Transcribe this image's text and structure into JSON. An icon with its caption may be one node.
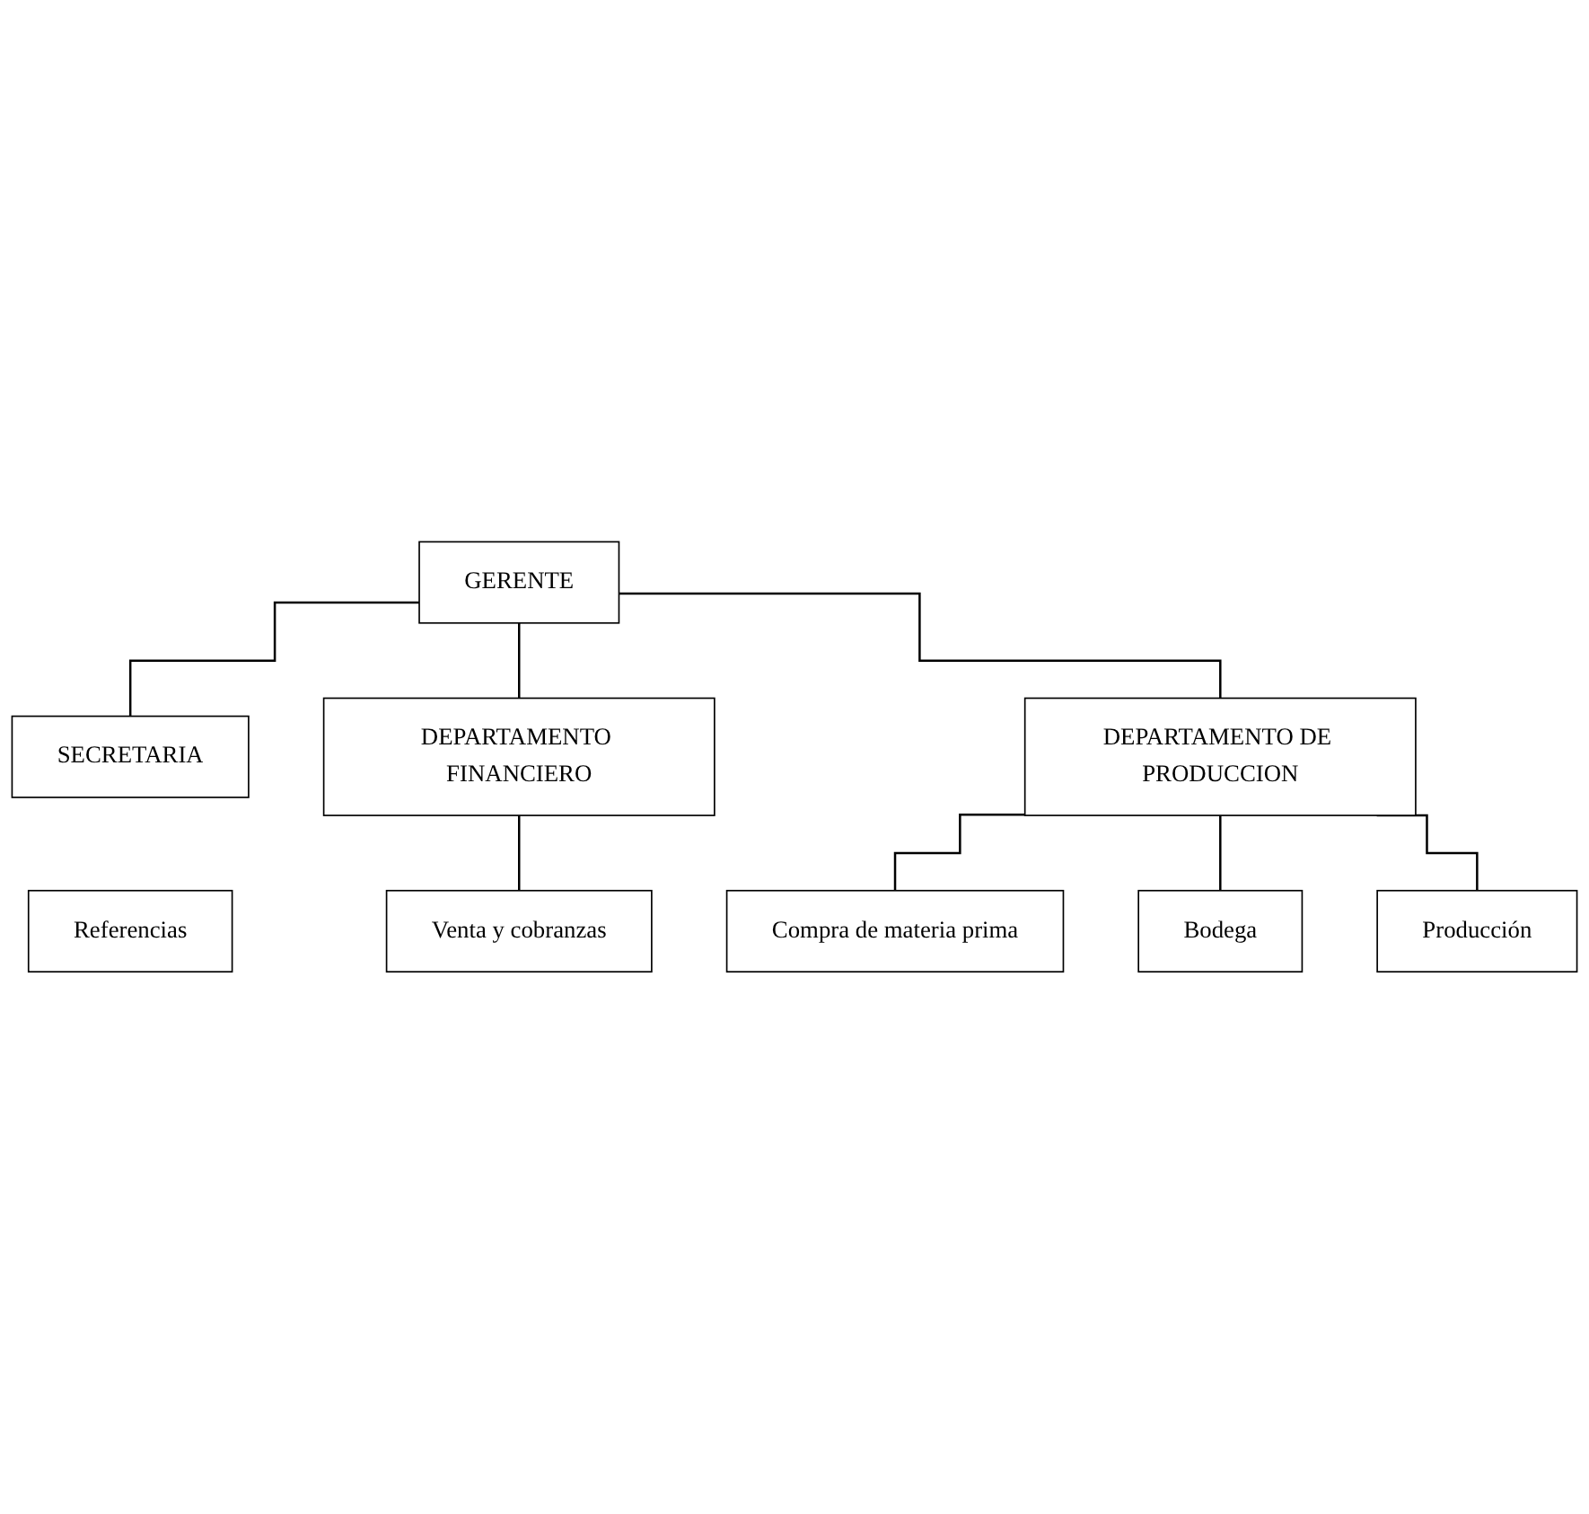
{
  "diagram": {
    "nodes": [
      {
        "text": [
          "GERENTE"
        ]
      },
      {
        "text": [
          "SECRETARIA"
        ]
      },
      {
        "text": [
          "DEPARTAMENTO FINANCIERO"
        ]
      },
      {
        "text": [
          "DEPARTAMENTO DE PRODUCCION"
        ]
      },
      {
        "text": [
          "Venta y cobranzas"
        ]
      },
      {
        "text": [
          "Compra de materia prima"
        ]
      },
      {
        "text": [
          "Bodega"
        ]
      },
      {
        "text": [
          "Producción"
        ]
      },
      {
        "text": [
          "Referencias"
        ]
      }
    ],
    "edges": [
      {
        "from": 0,
        "to": 1,
        "arrow": "none"
      },
      {
        "from": 0,
        "to": 2,
        "arrow": "none"
      },
      {
        "from": 0,
        "to": 3,
        "arrow": "none"
      },
      {
        "from": 2,
        "to": 4,
        "arrow": "none"
      },
      {
        "from": 3,
        "to": 5,
        "arrow": "none"
      },
      {
        "from": 3,
        "to": 6,
        "arrow": "none"
      },
      {
        "from": 3,
        "to": 7,
        "arrow": "none"
      }
    ]
  }
}
